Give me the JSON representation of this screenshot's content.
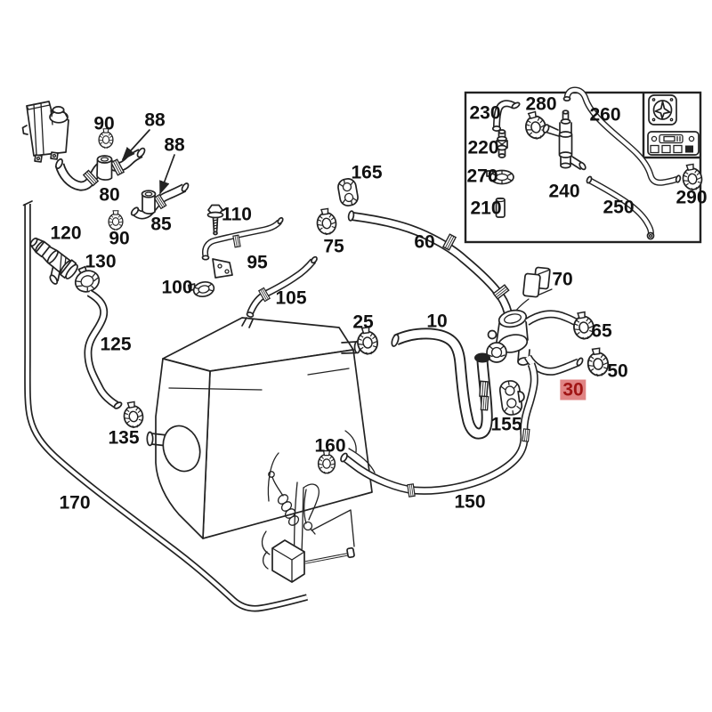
{
  "diagram": {
    "labels": {
      "l90a": "90",
      "l88a": "88",
      "l88b": "88",
      "l80": "80",
      "l85": "85",
      "l90b": "90",
      "l120": "120",
      "l130": "130",
      "l110": "110",
      "l95": "95",
      "l100": "100",
      "l105": "105",
      "l125": "125",
      "l135": "135",
      "l170": "170",
      "l165": "165",
      "l75": "75",
      "l60": "60",
      "l25": "25",
      "l10": "10",
      "l70": "70",
      "l65": "65",
      "l50": "50",
      "l30": "30",
      "l155": "155",
      "l160": "160",
      "l150": "150",
      "l230": "230",
      "l280": "280",
      "l260": "260",
      "l220": "220",
      "l270": "270",
      "l210": "210",
      "l240": "240",
      "l250": "250",
      "l290": "290"
    },
    "highlighted_label": "30"
  },
  "colors": {
    "line": "#222222",
    "label_text": "#111111",
    "highlight_bg": "#e08484",
    "highlight_text": "#a01414"
  }
}
